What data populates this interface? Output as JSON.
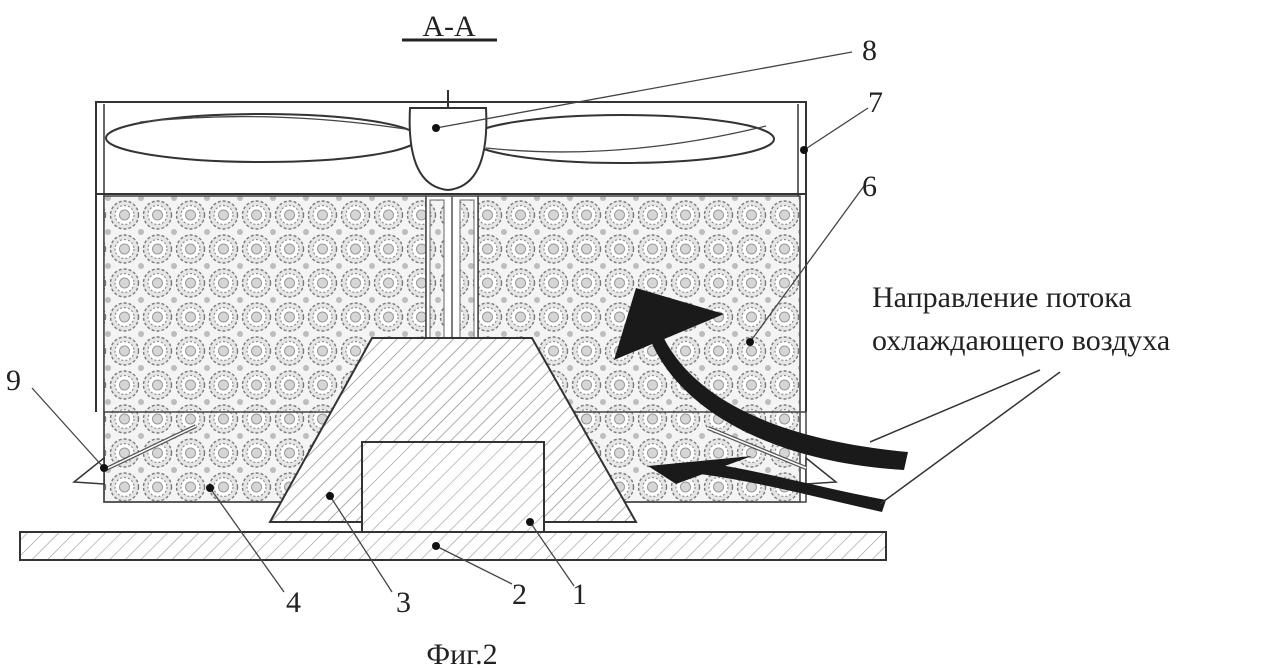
{
  "section_label": "A-A",
  "figure_caption": "Фиг.2",
  "flow_note": {
    "line1": "Направление потока",
    "line2": "охлаждающего воздуха"
  },
  "callouts": {
    "c1": "1",
    "c2": "2",
    "c3": "3",
    "c4": "4",
    "c6": "6",
    "c7": "7",
    "c8": "8",
    "c9": "9"
  }
}
